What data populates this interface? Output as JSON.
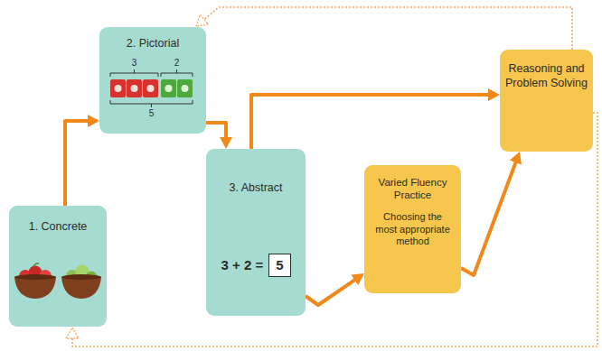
{
  "diagram": {
    "nodes": [
      {
        "text": [
          "1. Concrete"
        ]
      },
      {
        "text": [
          "2. Pictorial"
        ]
      },
      {
        "text": [
          "3. Abstract",
          "3 + 2 =",
          "5"
        ]
      },
      {
        "text": [
          "Varied Fluency Practice",
          "Choosing the most appropriate method"
        ]
      },
      {
        "text": [
          "Reasoning and Problem Solving"
        ]
      }
    ],
    "edges": [
      {
        "from": 0,
        "to": 1,
        "arrow": "to"
      },
      {
        "from": 1,
        "to": 2,
        "arrow": "to"
      },
      {
        "from": 2,
        "to": 4,
        "arrow": "to"
      },
      {
        "from": 2,
        "to": 3,
        "arrow": "to"
      },
      {
        "from": 3,
        "to": 4,
        "arrow": "to"
      },
      {
        "from": 4,
        "to": 1,
        "arrow": "to"
      },
      {
        "from": 4,
        "to": 0,
        "arrow": "to"
      }
    ],
    "labels": [
      "3",
      "2",
      "5"
    ]
  }
}
